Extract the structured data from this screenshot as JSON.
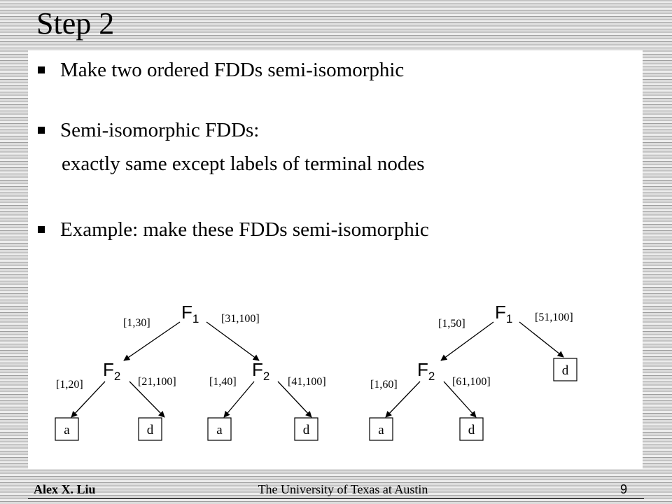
{
  "slide": {
    "title": "Step 2",
    "bullets": [
      {
        "text": "Make two ordered FDDs semi-isomorphic"
      },
      {
        "text": "Semi-isomorphic FDDs:",
        "continuation": "exactly same except labels of terminal nodes"
      },
      {
        "text": "Example: make these FDDs semi-isomorphic"
      }
    ]
  },
  "diagram": {
    "left_fdd": {
      "root": {
        "label": "F",
        "subscript": "1"
      },
      "root_edges": [
        "[1,30]",
        "[31,100]"
      ],
      "left_child": {
        "label": "F",
        "subscript": "2",
        "edges": [
          "[1,20]",
          "[21,100]"
        ],
        "terminals": [
          "a",
          "d"
        ]
      },
      "right_child": {
        "label": "F",
        "subscript": "2",
        "edges": [
          "[1,40]",
          "[41,100]"
        ],
        "terminals": [
          "a",
          "d"
        ]
      }
    },
    "right_fdd": {
      "root": {
        "label": "F",
        "subscript": "1"
      },
      "root_edges": [
        "[1,50]",
        "[51,100]"
      ],
      "left_child": {
        "label": "F",
        "subscript": "2",
        "edges": [
          "[1,60]",
          "[61,100]"
        ],
        "terminals": [
          "a",
          "d"
        ]
      },
      "right_terminal": "d"
    }
  },
  "footer": {
    "author": "Alex X. Liu",
    "institution": "The University of Texas at Austin",
    "page": "9"
  }
}
